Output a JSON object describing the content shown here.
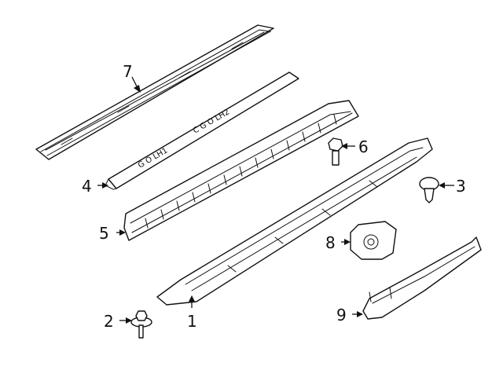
{
  "diagram": {
    "callouts": [
      {
        "number": "7"
      },
      {
        "number": "4"
      },
      {
        "number": "6"
      },
      {
        "number": "3"
      },
      {
        "number": "5"
      },
      {
        "number": "8"
      },
      {
        "number": "2"
      },
      {
        "number": "1"
      },
      {
        "number": "9"
      }
    ],
    "stamps": {
      "strip_a": "G O  LH1",
      "strip_b": "C G O  LH2"
    }
  }
}
